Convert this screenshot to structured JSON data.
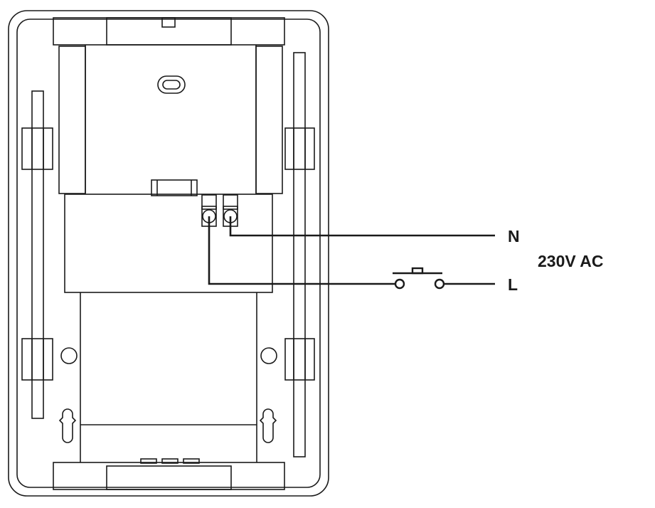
{
  "labels": {
    "neutral": "N",
    "live": "L",
    "supply": "230V AC"
  },
  "colors": {
    "stroke": "#1a1a1a",
    "background": "#ffffff"
  },
  "icons": {
    "switch": "push-button-switch-icon",
    "terminal": "screw-terminal-icon"
  }
}
